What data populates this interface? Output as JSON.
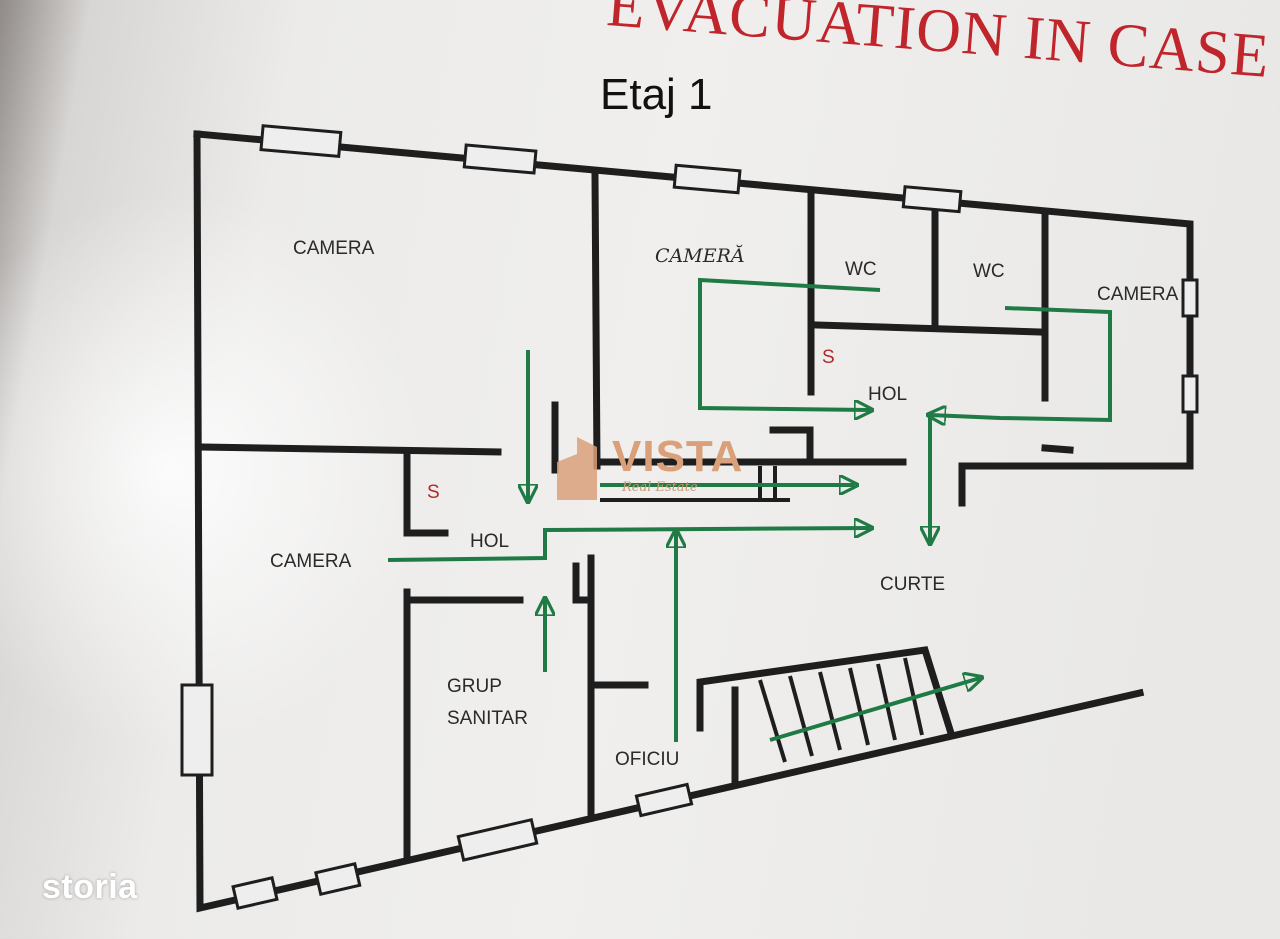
{
  "banner": "EVACUATION IN CASE OF FIRE",
  "title": "Etaj 1",
  "rooms": {
    "camera_left_top": "CAMERA",
    "camera_mid": "CAMERĂ",
    "wc1": "WC",
    "wc2": "WC",
    "camera_right": "CAMERA",
    "stair_s_top": "S",
    "hol_top": "HOL",
    "stair_s_left": "S",
    "camera_left": "CAMERA",
    "hol_left": "HOL",
    "curte": "CURTE",
    "grup_sanitar_1": "GRUP",
    "grup_sanitar_2": "SANITAR",
    "oficiu": "OFICIU"
  },
  "logo": {
    "name": "VISTA",
    "tagline": "Real Estate"
  },
  "watermark": "storia",
  "colors": {
    "wall": "#1e1e1e",
    "route": "#1f7a45",
    "banner": "#c0252b"
  }
}
